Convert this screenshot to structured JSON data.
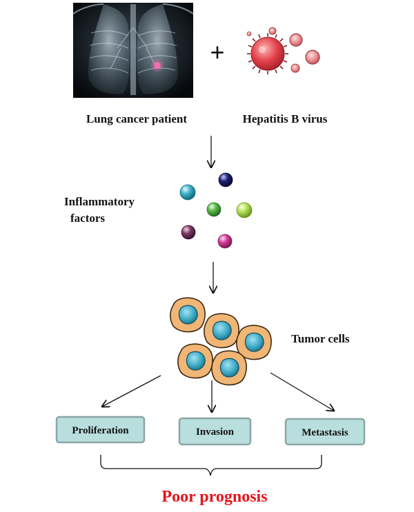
{
  "labels": {
    "patient": "Lung cancer patient",
    "virus": "Hepatitis B virus",
    "plus": "+",
    "inflammatory_line1": "Inflammatory",
    "inflammatory_line2": "factors",
    "tumor": "Tumor cells"
  },
  "outcomes": [
    "Proliferation",
    "Invasion",
    "Metastasis"
  ],
  "result": "Poor prognosis",
  "colors": {
    "result": "#e8141c",
    "box_fill": "#b9dede",
    "box_stroke": "#8aa6a6",
    "tumor_body": "#f0b676",
    "tumor_nucleus": "#3ea9c5",
    "virus_core": "#e2404a",
    "factor_cyan": "#3fb3c6",
    "factor_navy": "#1f2170",
    "factor_green": "#59b84a",
    "factor_lime": "#b7e35a",
    "factor_purple": "#7d3a64",
    "factor_magenta": "#d63d9a"
  }
}
